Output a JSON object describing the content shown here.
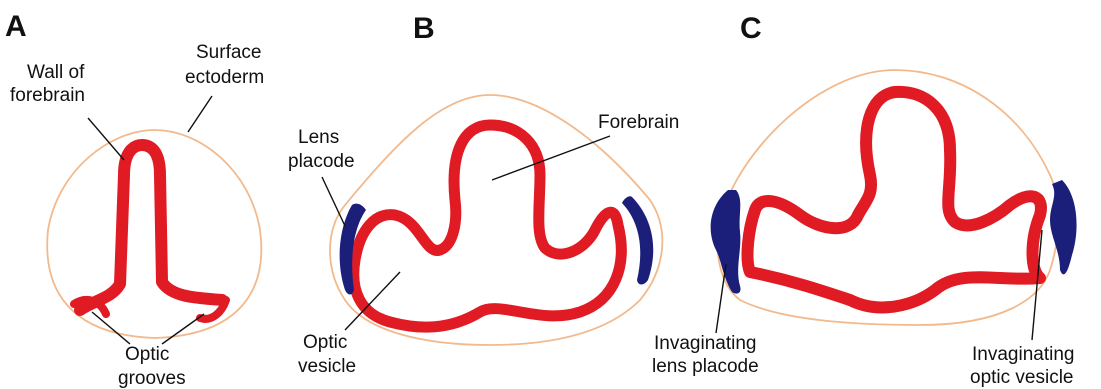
{
  "figure": {
    "colors": {
      "surface_ectoderm": "#f2b98c",
      "neural_wall": "#e01b24",
      "lens_tissue": "#1b1f7a",
      "background": "#ffffff"
    },
    "panels": [
      {
        "id": "A",
        "letter": "A",
        "labels": {
          "wall": [
            "Wall of",
            "forebrain"
          ],
          "surface": [
            "Surface",
            "ectoderm"
          ],
          "grooves": [
            "Optic",
            "grooves"
          ]
        }
      },
      {
        "id": "B",
        "letter": "B",
        "labels": {
          "lens_placode": [
            "Lens",
            "placode"
          ],
          "forebrain": "Forebrain",
          "optic_vesicle": [
            "Optic",
            "vesicle"
          ]
        }
      },
      {
        "id": "C",
        "letter": "C",
        "labels": {
          "inv_lens": [
            "Invaginating",
            "lens placode"
          ],
          "inv_optic": [
            "Invaginating",
            "optic vesicle"
          ]
        }
      }
    ]
  }
}
